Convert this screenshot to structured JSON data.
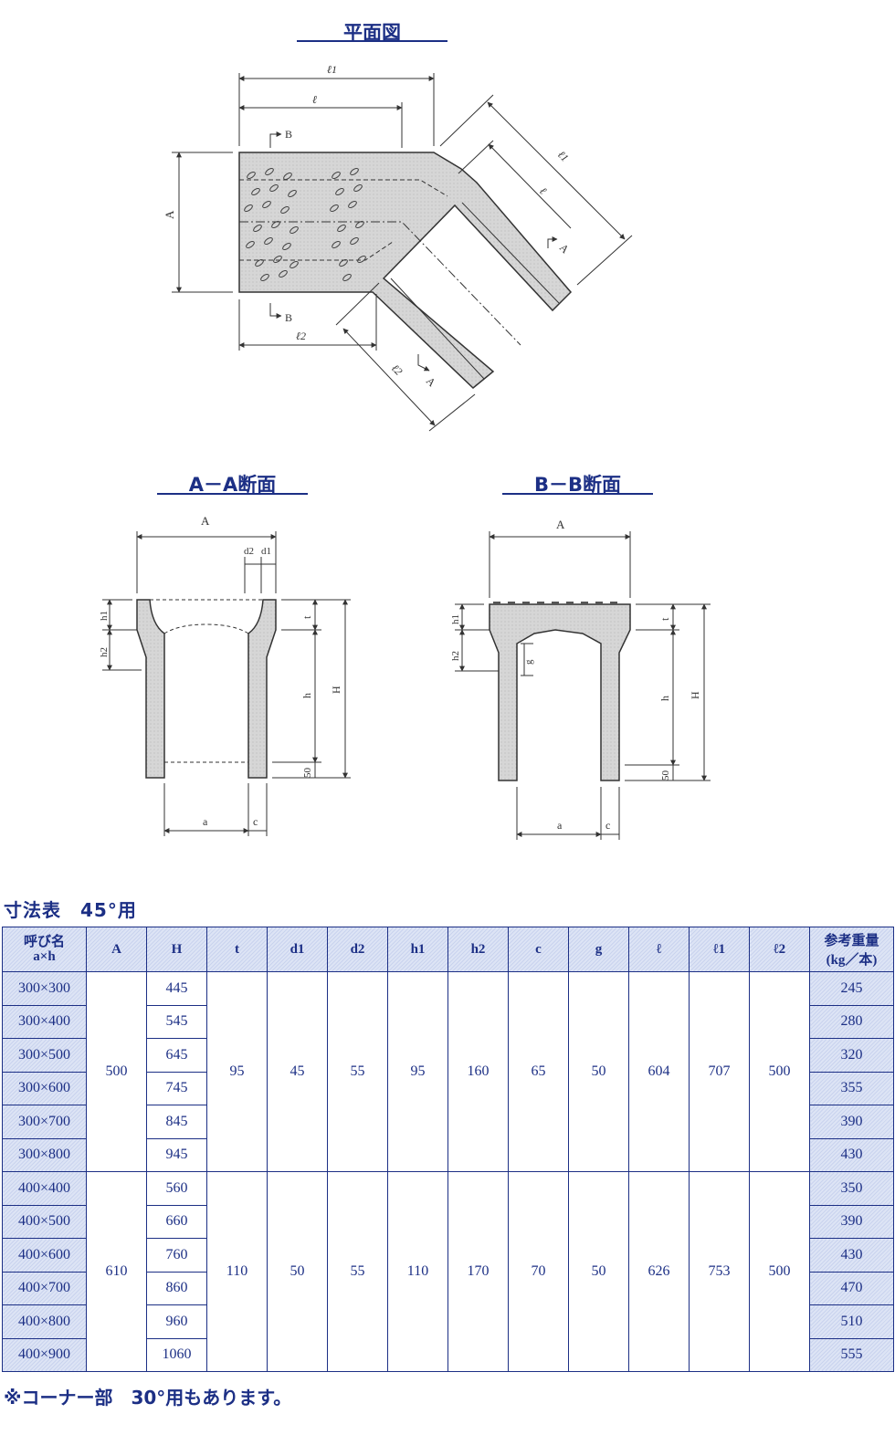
{
  "plan": {
    "heading": "平面図",
    "labels": {
      "l1_top": "ℓ1",
      "l_top": "ℓ",
      "l1_diag": "ℓ1",
      "l_diag": "ℓ",
      "l2_bottom": "ℓ2",
      "l2_diag": "ℓ2",
      "A": "A",
      "B_top": "B",
      "B_bottom": "B",
      "A_right": "A",
      "A_bottom": "A"
    }
  },
  "section_aa": {
    "heading": "A－A断面",
    "labels": {
      "A": "A",
      "d2": "d2",
      "d1": "d1",
      "h1": "h1",
      "h2": "h2",
      "t": "t",
      "h": "h",
      "H": "H",
      "fifty": "50",
      "a": "a",
      "c": "c"
    }
  },
  "section_bb": {
    "heading": "B－B断面",
    "labels": {
      "A": "A",
      "h1": "h1",
      "h2": "h2",
      "g": "g",
      "t": "t",
      "h": "h",
      "H": "H",
      "fifty": "50",
      "a": "a",
      "c": "c"
    }
  },
  "table": {
    "title": "寸法表　45°用",
    "headers": [
      "呼び名\na×h",
      "A",
      "H",
      "t",
      "d1",
      "d2",
      "h1",
      "h2",
      "c",
      "g",
      "ℓ",
      "ℓ1",
      "ℓ2",
      "参考重量\n(kg／本)"
    ],
    "groups": [
      {
        "shared": {
          "A": "500",
          "t": "95",
          "d1": "45",
          "d2": "55",
          "h1": "95",
          "h2": "160",
          "c": "65",
          "g": "50",
          "l": "604",
          "l1": "707",
          "l2": "500"
        },
        "rows": [
          {
            "name": "300×300",
            "H": "445",
            "weight": "245"
          },
          {
            "name": "300×400",
            "H": "545",
            "weight": "280"
          },
          {
            "name": "300×500",
            "H": "645",
            "weight": "320"
          },
          {
            "name": "300×600",
            "H": "745",
            "weight": "355"
          },
          {
            "name": "300×700",
            "H": "845",
            "weight": "390"
          },
          {
            "name": "300×800",
            "H": "945",
            "weight": "430"
          }
        ]
      },
      {
        "shared": {
          "A": "610",
          "t": "110",
          "d1": "50",
          "d2": "55",
          "h1": "110",
          "h2": "170",
          "c": "70",
          "g": "50",
          "l": "626",
          "l1": "753",
          "l2": "500"
        },
        "rows": [
          {
            "name": "400×400",
            "H": "560",
            "weight": "350"
          },
          {
            "name": "400×500",
            "H": "660",
            "weight": "390"
          },
          {
            "name": "400×600",
            "H": "760",
            "weight": "430"
          },
          {
            "name": "400×700",
            "H": "860",
            "weight": "470"
          },
          {
            "name": "400×800",
            "H": "960",
            "weight": "510"
          },
          {
            "name": "400×900",
            "H": "1060",
            "weight": "555"
          }
        ]
      }
    ]
  },
  "footnote": "※コーナー部　30°用もあります。",
  "colors": {
    "accent": "#1c2f85",
    "header_fill": "#d3dcf2",
    "concrete": "#d6d6d6"
  }
}
